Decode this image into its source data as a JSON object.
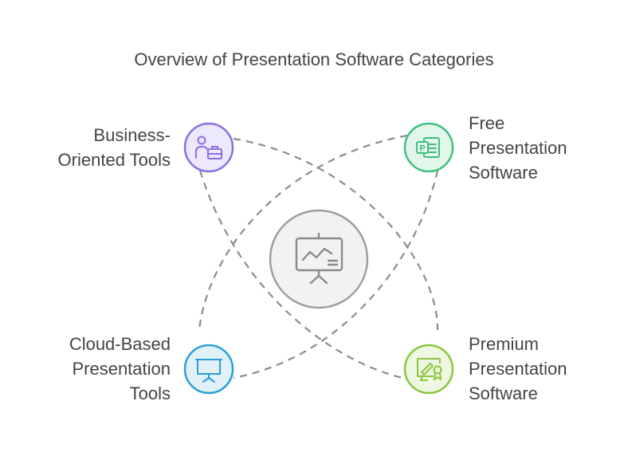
{
  "title": "Overview of Presentation Software Categories",
  "center": {
    "icon": "presentation-board-chart-icon",
    "color": "#9e9e9e"
  },
  "nodes": [
    {
      "key": "business",
      "label": "Business-\nOriented Tools",
      "icon": "person-briefcase-icon",
      "color": "#8a6fe0"
    },
    {
      "key": "free",
      "label": "Free\nPresentation\nSoftware",
      "icon": "powerpoint-file-icon",
      "color": "#3fbf7f"
    },
    {
      "key": "cloud",
      "label": "Cloud-Based\nPresentation\nTools",
      "icon": "presentation-screen-icon",
      "color": "#2a9fd6"
    },
    {
      "key": "premium",
      "label": "Premium\nPresentation\nSoftware",
      "icon": "certificate-screen-icon",
      "color": "#8cc63f"
    }
  ]
}
